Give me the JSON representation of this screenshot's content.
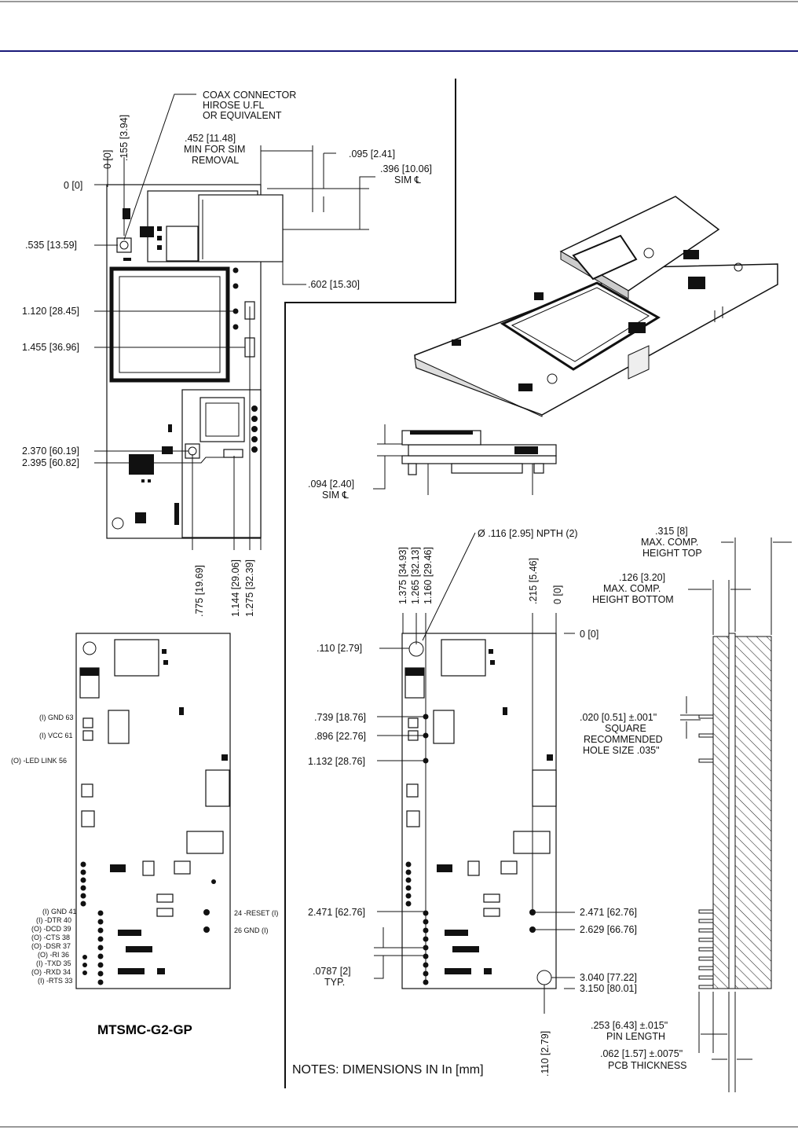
{
  "header": {
    "rule_color": "#1a1a7a"
  },
  "top_view": {
    "coax_label": [
      "COAX CONNECTOR",
      "HIROSE U.FL",
      "OR EQUIVALENT"
    ],
    "sim_removal": [
      ".452 [11.48]",
      "MIN FOR SIM",
      "REMOVAL"
    ],
    "dim_095": ".095 [2.41]",
    "dim_396": [
      ".396 [10.06]",
      "SIM ℄"
    ],
    "dim_602": ".602 [15.30]",
    "left_dims": [
      "0 [0]",
      ".535 [13.59]",
      "1.120 [28.45]",
      "1.455 [36.96]",
      "2.370 [60.19]",
      "2.395 [60.82]"
    ],
    "top_vertical": [
      "0 [0]",
      ".155 [3.94]"
    ],
    "bottom_vertical": [
      ".775 [19.69]",
      "1.144 [29.06]",
      "1.275 [32.39]"
    ]
  },
  "side_view": {
    "sim_dim": [
      ".094 [2.40]",
      "SIM ℄"
    ]
  },
  "bottom_view": {
    "left_pins": [
      "(I) GND  63",
      "(I) VCC  61",
      "(O) -LED LINK  56"
    ],
    "left_pins2": [
      "(I) GND  41",
      "(I) -DTR  40",
      "(O) -DCD  39",
      "(O) -CTS  38",
      "(O) -DSR  37",
      "(O) -RI  36",
      "(I) -TXD  35",
      "(O) -RXD  34",
      "(I) -RTS  33"
    ],
    "right_pins": [
      "24  -RESET (I)",
      "26  GND (I)"
    ],
    "model": "MTSMC-G2-GP"
  },
  "dim_view": {
    "npth": "Ø .116 [2.95]  NPTH (2)",
    "top_vertical": [
      "1.375 [34.93]",
      "1.265 [32.13]",
      "1.160 [29.46]",
      ".215 [5.46]",
      "0 [0]"
    ],
    "zero_right": "0 [0]",
    "left_dims": [
      ".110 [2.79]",
      ".739 [18.76]",
      ".896 [22.76]",
      "1.132 [28.76]",
      "2.471 [62.76]"
    ],
    "pitch": [
      ".0787 [2]",
      "TYP."
    ],
    "right_dims": [
      "2.471 [62.76]",
      "2.629 [66.76]",
      "3.040 [77.22]",
      "3.150 [80.01]"
    ],
    "bottom_vertical": ".110 [2.79]"
  },
  "edge_view": {
    "top_height": [
      ".315 [8]",
      "MAX. COMP.",
      "HEIGHT TOP"
    ],
    "bottom_height": [
      ".126 [3.20]",
      "MAX. COMP.",
      "HEIGHT BOTTOM"
    ],
    "square": [
      ".020 [0.51] ±.001\"",
      "SQUARE",
      "RECOMMENDED",
      "HOLE SIZE .035\""
    ],
    "pin_length": [
      ".253 [6.43]  ±.015\"",
      "PIN LENGTH"
    ],
    "pcb_thickness": [
      ".062 [1.57]  ±.0075\"",
      "PCB THICKNESS"
    ]
  },
  "notes": "NOTES: DIMENSIONS IN In [mm]"
}
